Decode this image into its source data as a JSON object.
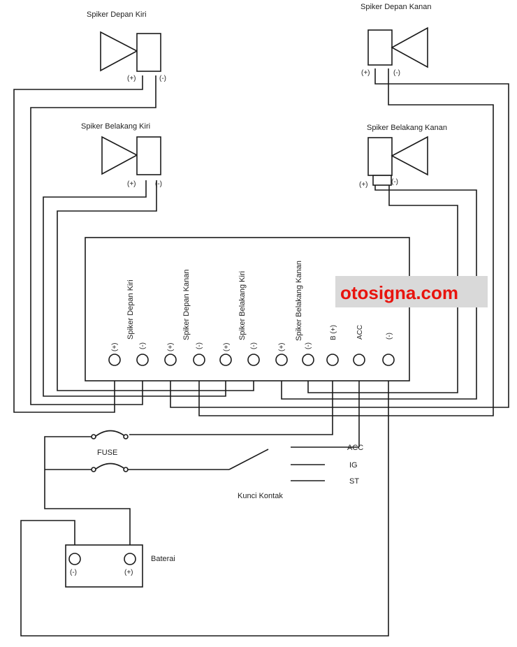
{
  "speakers": {
    "front_left": {
      "label": "Spiker Depan Kiri",
      "plus": "(+)",
      "minus": "(-)"
    },
    "front_right": {
      "label": "Spiker Depan Kanan",
      "plus": "(+)",
      "minus": "(-)"
    },
    "rear_left": {
      "label": "Spiker Belakang Kiri",
      "plus": "(+)",
      "minus": "(-)"
    },
    "rear_right": {
      "label": "Spiker Belakang Kanan",
      "plus": "(+)",
      "minus": "(-)"
    }
  },
  "head_unit": {
    "channel_labels": [
      "Spiker Depan Kiri",
      "Spiker Depan Kanan",
      "Spiker Belakang Kiri",
      "Spiker Belakang Kanan"
    ],
    "terminals": [
      "(+)",
      "(-)",
      "(+)",
      "(-)",
      "(+)",
      "(-)",
      "(+)",
      "(-)",
      "B (+)",
      "ACC",
      "(-)"
    ]
  },
  "fuse_label": "FUSE",
  "ignition": {
    "label": "Kunci Kontak",
    "positions": [
      "ACC",
      "IG",
      "ST"
    ]
  },
  "battery": {
    "label": "Baterai",
    "minus": "(-)",
    "plus": "(+)"
  },
  "watermark": "otosigna.com"
}
